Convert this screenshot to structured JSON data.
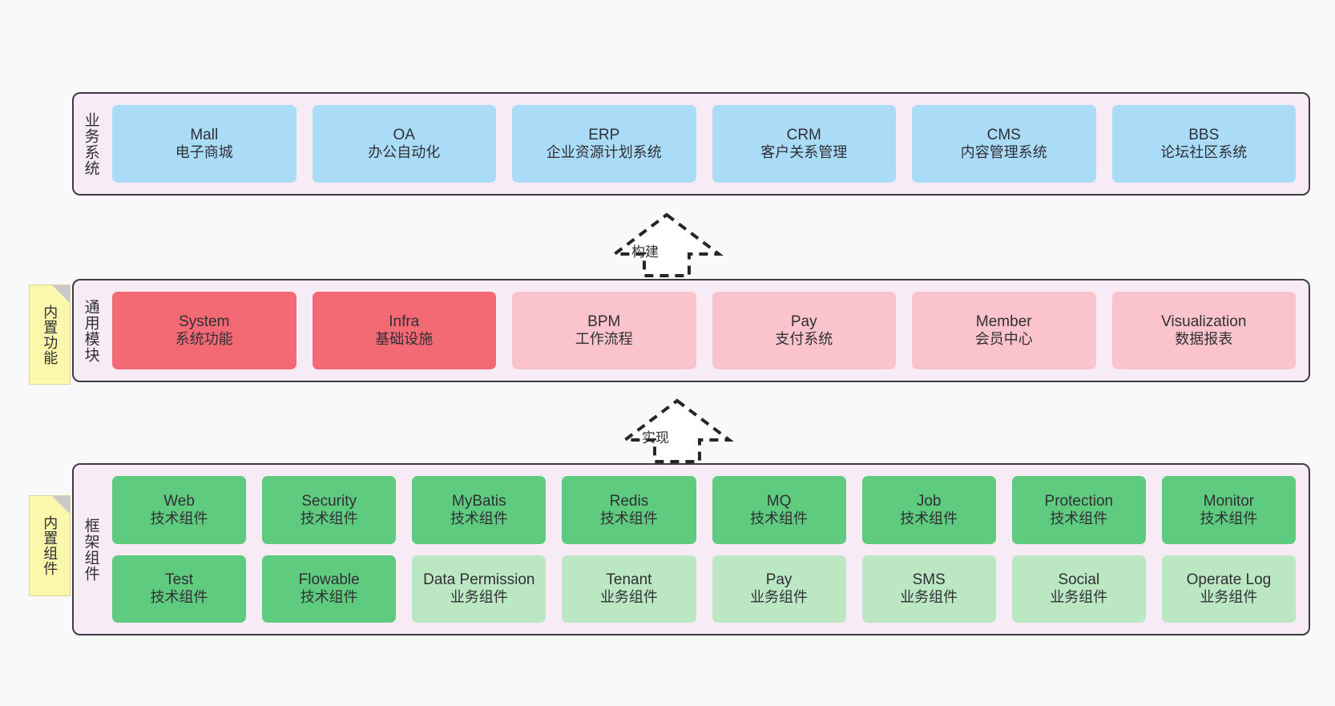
{
  "diagram": {
    "background": "#f9f9f9",
    "colors": {
      "band_background": "#f7ecf5",
      "band_border": "#3d3b45",
      "blue": "#aadcf8",
      "red": "#f46a74",
      "pink": "#fbc4cc",
      "green": "#5fcb7e",
      "light_green": "#bbe8c3",
      "note_yellow": "#fbf8ab",
      "note_fold": "#c9c9c9"
    }
  },
  "layers": [
    {
      "id": "business-systems",
      "title": "业务系统",
      "rows": [
        {
          "cards": [
            {
              "en": "Mall",
              "cn": "电子商城",
              "color": "c-blue"
            },
            {
              "en": "OA",
              "cn": "办公自动化",
              "color": "c-blue"
            },
            {
              "en": "ERP",
              "cn": "企业资源计划系统",
              "color": "c-blue"
            },
            {
              "en": "CRM",
              "cn": "客户关系管理",
              "color": "c-blue"
            },
            {
              "en": "CMS",
              "cn": "内容管理系统",
              "color": "c-blue"
            },
            {
              "en": "BBS",
              "cn": "论坛社区系统",
              "color": "c-blue"
            }
          ]
        }
      ]
    },
    {
      "id": "common-modules",
      "title": "通用模块",
      "note": "内置功能",
      "rows": [
        {
          "cards": [
            {
              "en": "System",
              "cn": "系统功能",
              "color": "c-red"
            },
            {
              "en": "Infra",
              "cn": "基础设施",
              "color": "c-red"
            },
            {
              "en": "BPM",
              "cn": "工作流程",
              "color": "c-pink"
            },
            {
              "en": "Pay",
              "cn": "支付系统",
              "color": "c-pink"
            },
            {
              "en": "Member",
              "cn": "会员中心",
              "color": "c-pink"
            },
            {
              "en": "Visualization",
              "cn": "数据报表",
              "color": "c-pink"
            }
          ]
        }
      ]
    },
    {
      "id": "framework-components",
      "title": "框架组件",
      "note": "内置组件",
      "rows": [
        {
          "cards": [
            {
              "en": "Web",
              "cn": "技术组件",
              "color": "c-green"
            },
            {
              "en": "Security",
              "cn": "技术组件",
              "color": "c-green"
            },
            {
              "en": "MyBatis",
              "cn": "技术组件",
              "color": "c-green"
            },
            {
              "en": "Redis",
              "cn": "技术组件",
              "color": "c-green"
            },
            {
              "en": "MQ",
              "cn": "技术组件",
              "color": "c-green"
            },
            {
              "en": "Job",
              "cn": "技术组件",
              "color": "c-green"
            },
            {
              "en": "Protection",
              "cn": "技术组件",
              "color": "c-green"
            },
            {
              "en": "Monitor",
              "cn": "技术组件",
              "color": "c-green"
            }
          ]
        },
        {
          "cards": [
            {
              "en": "Test",
              "cn": "技术组件",
              "color": "c-green"
            },
            {
              "en": "Flowable",
              "cn": "技术组件",
              "color": "c-green"
            },
            {
              "en": "Data Permission",
              "cn": "业务组件",
              "color": "c-lightgreen"
            },
            {
              "en": "Tenant",
              "cn": "业务组件",
              "color": "c-lightgreen"
            },
            {
              "en": "Pay",
              "cn": "业务组件",
              "color": "c-lightgreen"
            },
            {
              "en": "SMS",
              "cn": "业务组件",
              "color": "c-lightgreen"
            },
            {
              "en": "Social",
              "cn": "业务组件",
              "color": "c-lightgreen"
            },
            {
              "en": "Operate Log",
              "cn": "业务组件",
              "color": "c-lightgreen"
            }
          ]
        }
      ]
    }
  ],
  "connectors": [
    {
      "id": "build",
      "label": "构建",
      "style": "dashed-hollow-arrow-up"
    },
    {
      "id": "implement",
      "label": "实现",
      "style": "dashed-hollow-arrow-up"
    }
  ]
}
